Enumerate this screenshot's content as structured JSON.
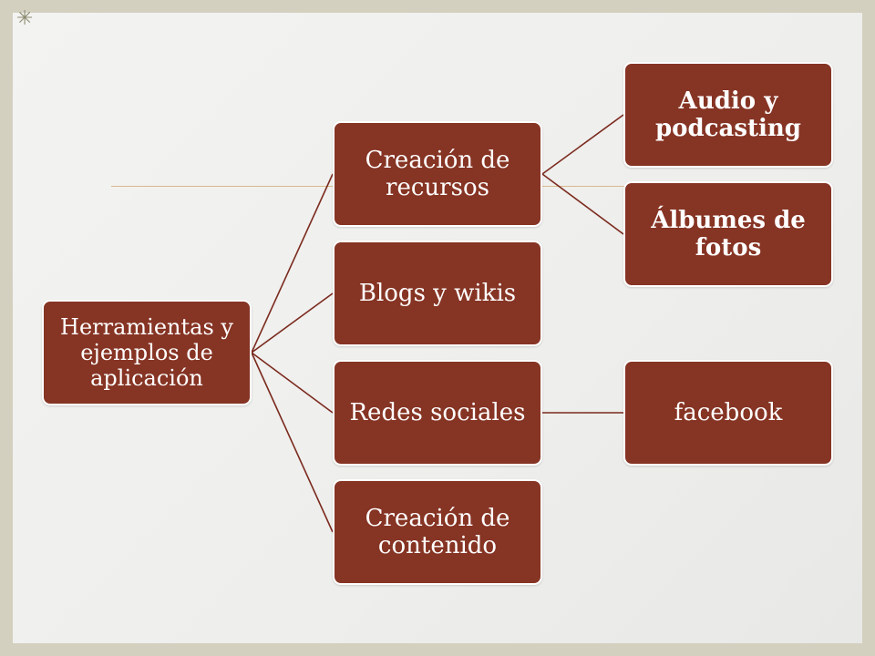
{
  "diagram": {
    "root": {
      "label": "Herramientas y ejemplos de aplicación"
    },
    "level1": [
      {
        "id": "recursos",
        "label": "Creación de recursos"
      },
      {
        "id": "blogs",
        "label": "Blogs y wikis"
      },
      {
        "id": "redes",
        "label": "Redes sociales"
      },
      {
        "id": "contenido",
        "label": "Creación de contenido"
      }
    ],
    "level2": [
      {
        "id": "audio",
        "parent": "recursos",
        "label": "Audio y podcasting",
        "bold": true
      },
      {
        "id": "albumes",
        "parent": "recursos",
        "label": "Álbumes de fotos",
        "bold": true
      },
      {
        "id": "facebook",
        "parent": "redes",
        "label": "facebook",
        "bold": false
      }
    ]
  },
  "theme": {
    "node_fill": "#863424",
    "node_text": "#ffffff",
    "connector": "#7b2a1e",
    "frame": "#d3d0c0",
    "rule": "#d9b98c",
    "corner_glyph": "✳"
  }
}
